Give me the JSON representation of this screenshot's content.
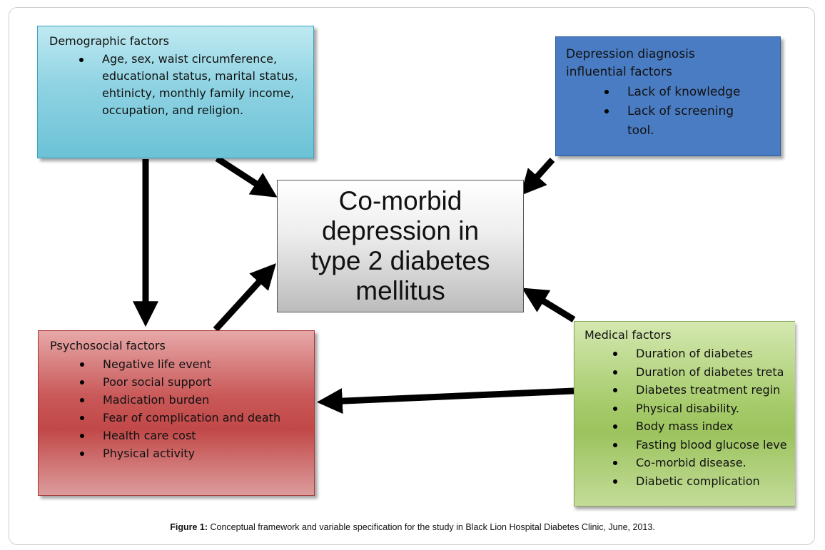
{
  "demographic": {
    "title": "Demographic factors",
    "items": [
      "Age, sex, waist circumference, educational status, marital status, ehtinicty, monthly family income, occupation, and religion."
    ]
  },
  "diagnosis": {
    "title": "Depression diagnosis influential factors",
    "items": [
      "Lack of knowledge",
      "Lack of screening tool."
    ]
  },
  "center": {
    "label": "Co-morbid\ndepression in\ntype 2 diabetes\nmellitus"
  },
  "psychosocial": {
    "title": "Psychosocial factors",
    "items": [
      "Negative life event",
      "Poor social support",
      "Madication burden",
      "Fear of complication and death",
      "Health care cost",
      "Physical activity"
    ]
  },
  "medical": {
    "title": "Medical factors",
    "items": [
      "Duration of diabetes",
      "Duration of diabetes treta",
      "Diabetes treatment regin",
      "Physical disability.",
      "Body mass index",
      "Fasting blood glucose leve",
      "Co-morbid disease.",
      "Diabetic complication"
    ]
  },
  "caption": {
    "label": "Figure 1:",
    "text": " Conceptual framework and variable specification for the study in Black Lion Hospital Diabetes Clinic, June, 2013."
  }
}
